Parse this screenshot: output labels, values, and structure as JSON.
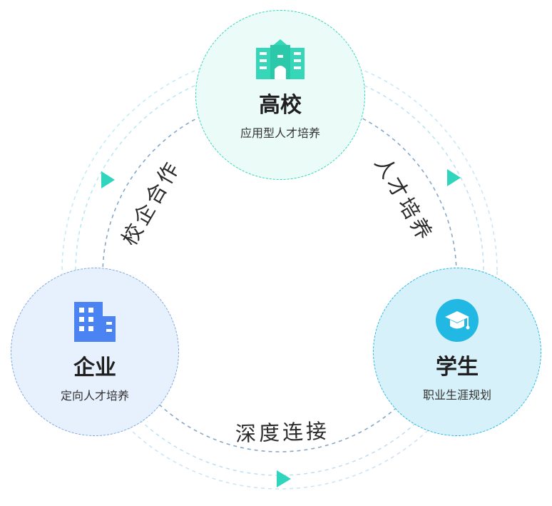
{
  "nodes": {
    "university": {
      "title": "高校",
      "subtitle": "应用型人才培养",
      "icon": "school-building-icon"
    },
    "enterprise": {
      "title": "企业",
      "subtitle": "定向人才培养",
      "icon": "office-building-icon"
    },
    "student": {
      "title": "学生",
      "subtitle": "职业生涯规划",
      "icon": "graduation-cap-icon"
    }
  },
  "edges": {
    "left": {
      "label": "校企合作"
    },
    "right": {
      "label": "人才培养"
    },
    "bottom": {
      "label": "深度连接"
    }
  },
  "colors": {
    "teal": "#2fd8b8",
    "teal_fill": "#ebfcf8",
    "blue": "#4b84f2",
    "blue_fill": "#e7f0fd",
    "cyan": "#22b8e4",
    "cyan_fill": "#d6f1f9",
    "ring": "#8fb9d8"
  }
}
